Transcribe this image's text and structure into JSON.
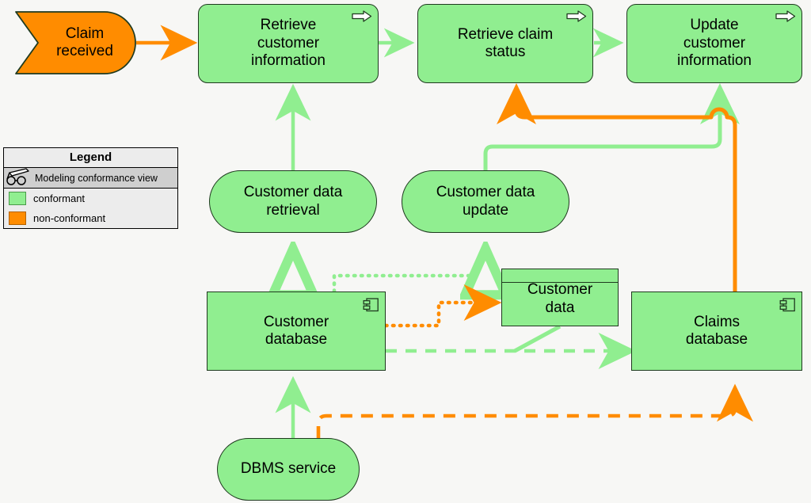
{
  "diagram": {
    "title": "Modeling conformance view",
    "colors": {
      "conformant": "#90EE90",
      "non_conformant": "#FF8C00",
      "outline": "#1F3A1F",
      "background": "#F7F7F5"
    }
  },
  "legend": {
    "title": "Legend",
    "viewpoint_label": "Modeling conformance view",
    "viewpoint_icon": "glasses-icon",
    "entries": [
      {
        "label": "conformant",
        "color": "#90EE90",
        "swatch": "sw-green"
      },
      {
        "label": "non-conformant",
        "color": "#FF8C00",
        "swatch": "sw-orange"
      }
    ]
  },
  "nodes": {
    "claim_received": {
      "label": "Claim\nreceived",
      "type": "business-event",
      "status": "non-conformant"
    },
    "retrieve_customer_information": {
      "label": "Retrieve\ncustomer\ninformation",
      "type": "business-process",
      "status": "conformant",
      "marker": "process-arrow-icon"
    },
    "retrieve_claim_status": {
      "label": "Retrieve claim\nstatus",
      "type": "business-process",
      "status": "conformant",
      "marker": "process-arrow-icon"
    },
    "update_customer_information": {
      "label": "Update\ncustomer\ninformation",
      "type": "business-process",
      "status": "conformant",
      "marker": "process-arrow-icon"
    },
    "customer_data_retrieval": {
      "label": "Customer data\nretrieval",
      "type": "application-service",
      "status": "conformant"
    },
    "customer_data_update": {
      "label": "Customer data\nupdate",
      "type": "application-service",
      "status": "conformant"
    },
    "customer_database": {
      "label": "Customer\ndatabase",
      "type": "application-component",
      "status": "conformant",
      "marker": "component-icon"
    },
    "customer_data": {
      "label": "Customer\ndata",
      "type": "data-object",
      "status": "conformant"
    },
    "claims_database": {
      "label": "Claims\ndatabase",
      "type": "application-component",
      "status": "conformant",
      "marker": "component-icon"
    },
    "dbms_service": {
      "label": "DBMS service",
      "type": "application-service",
      "status": "conformant"
    }
  },
  "edges": [
    {
      "name": "claim-received-to-retrieve-customer-information",
      "style": "solid-arrow",
      "color": "#FF8C00",
      "status": "non-conformant"
    },
    {
      "name": "retrieve-customer-information-to-retrieve-claim-status",
      "style": "solid-arrow",
      "color": "#90EE90",
      "status": "conformant"
    },
    {
      "name": "retrieve-claim-status-to-update-customer-information",
      "style": "solid-arrow",
      "color": "#90EE90",
      "status": "conformant"
    },
    {
      "name": "customer-data-retrieval-to-retrieve-customer-information",
      "style": "solid-arrow",
      "color": "#90EE90",
      "status": "conformant"
    },
    {
      "name": "customer-data-update-to-update-customer-information",
      "style": "solid-arrow",
      "color": "#90EE90",
      "status": "conformant"
    },
    {
      "name": "claims-database-to-retrieve-claim-status",
      "style": "solid-arrow",
      "color": "#FF8C00",
      "status": "non-conformant"
    },
    {
      "name": "customer-database-realizes-customer-data-retrieval",
      "style": "dotted-hollow-triangle",
      "color": "#90EE90",
      "status": "conformant"
    },
    {
      "name": "customer-database-realizes-customer-data-update",
      "style": "dotted-hollow-triangle",
      "color": "#90EE90",
      "status": "conformant"
    },
    {
      "name": "customer-database-to-customer-data",
      "style": "dotted-arrow",
      "color": "#FF8C00",
      "status": "non-conformant"
    },
    {
      "name": "customer-database-to-claims-database",
      "style": "dashed-arrow",
      "color": "#90EE90",
      "status": "conformant"
    },
    {
      "name": "customer-data-to-flow",
      "style": "solid-line",
      "color": "#90EE90",
      "status": "conformant"
    },
    {
      "name": "dbms-service-to-customer-database",
      "style": "solid-arrow",
      "color": "#90EE90",
      "status": "conformant"
    },
    {
      "name": "dbms-service-to-claims-database",
      "style": "dashed-arrow",
      "color": "#FF8C00",
      "status": "non-conformant"
    }
  ]
}
